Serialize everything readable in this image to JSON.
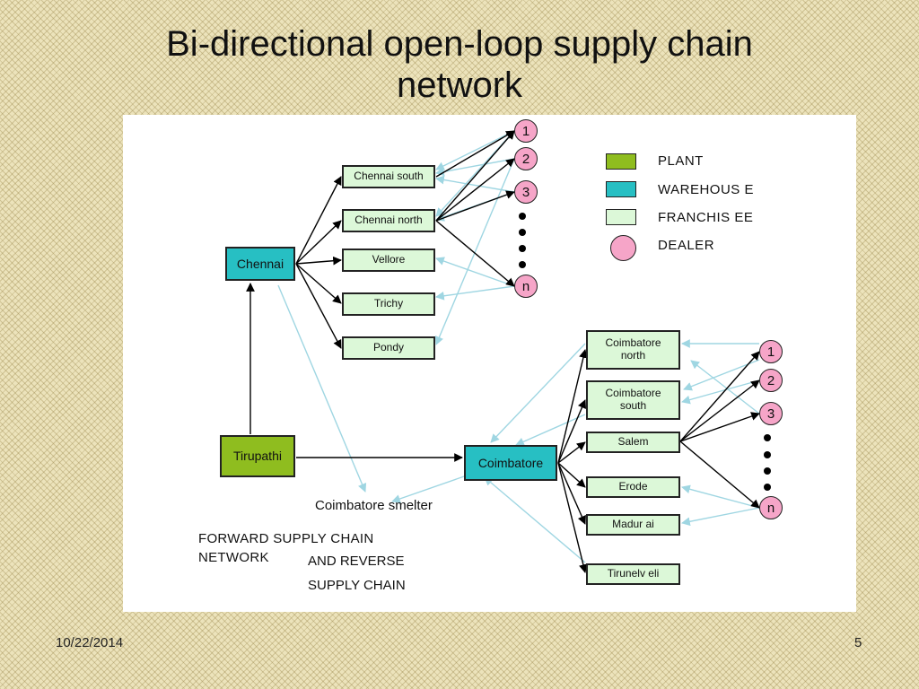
{
  "title_line1": "Bi-directional open-loop supply chain",
  "title_line2": "network",
  "plants": {
    "tirupathi": "Tirupathi"
  },
  "warehouses": {
    "chennai": "Chennai",
    "coimbatore": "Coimbatore"
  },
  "franchisees": {
    "chennai_south": "Chennai south",
    "chennai_north": "Chennai north",
    "vellore": "Vellore",
    "trichy": "Trichy",
    "pondy": "Pondy",
    "coimbatore_north": [
      "Coimbatore",
      "north"
    ],
    "coimbatore_south": [
      "Coimbatore",
      "south"
    ],
    "salem": "Salem",
    "erode": "Erode",
    "madurai": "Madur ai",
    "tirunelveli": "Tirunelv eli"
  },
  "dealers_top": [
    "1",
    "2",
    "3",
    "n"
  ],
  "dealers_bottom": [
    "1",
    "2",
    "3",
    "n"
  ],
  "legend": {
    "plant": "PLANT",
    "warehouse": "WAREHOUS E",
    "franchisee": "FRANCHIS EE",
    "dealer": "DEALER"
  },
  "captions": {
    "smelter": "Coimbatore smelter",
    "forward_line1": "FORWARD SUPPLY CHAIN",
    "forward_line2": "NETWORK",
    "reverse_line1": "AND  REVERSE",
    "reverse_line2": "SUPPLY CHAIN"
  },
  "footer": {
    "date": "10/22/2014",
    "page": "5"
  },
  "colors": {
    "plant": "#8fbd1f",
    "warehouse": "#27bfc3",
    "franchisee": "#dcf8d8",
    "dealer": "#f6a5c8",
    "forward_arrow": "#000000",
    "reverse_arrow": "#9fd6e2"
  }
}
